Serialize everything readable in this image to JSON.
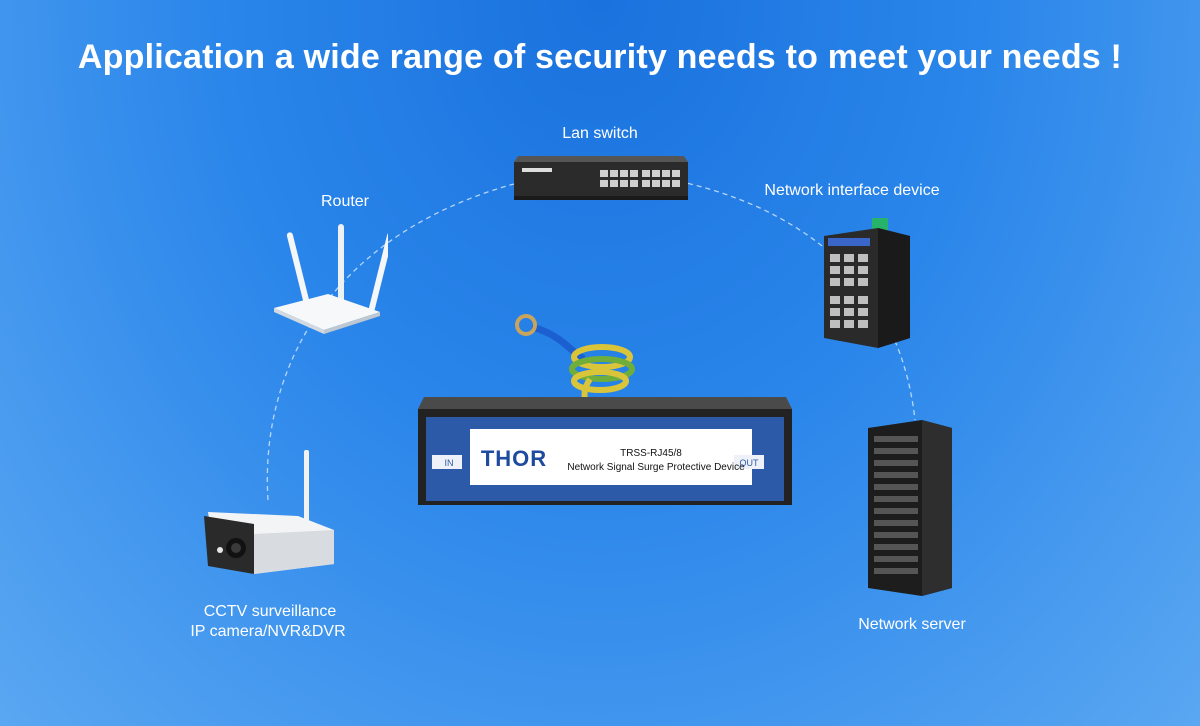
{
  "headline": "Application a wide range of security needs to meet your needs !",
  "devices": {
    "lan_switch": {
      "label": "Lan switch"
    },
    "router": {
      "label": "Router"
    },
    "network_interface": {
      "label": "Network interface device"
    },
    "cctv": {
      "line1": "CCTV surveillance",
      "line2": "IP camera/NVR&DVR"
    },
    "server": {
      "label": "Network server"
    }
  },
  "product": {
    "brand": "THOR",
    "model": "TRSS-RJ45/8",
    "description": "Network Signal Surge Protective Device",
    "port_in": "IN",
    "port_out": "OUT"
  }
}
